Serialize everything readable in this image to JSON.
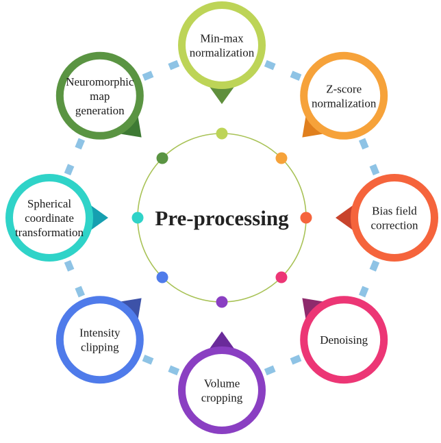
{
  "center": {
    "label": "Pre-processing",
    "ring_color": "#a8c256"
  },
  "connector_color": "#7ab8e0",
  "steps": [
    {
      "lines": [
        "Min-max",
        "normalization"
      ],
      "color": "#bdd457",
      "pointer_color": "#5f8f3c"
    },
    {
      "lines": [
        "Z-score",
        "normalization"
      ],
      "color": "#f6a23a",
      "pointer_color": "#e07f1d"
    },
    {
      "lines": [
        "Bias field",
        "correction"
      ],
      "color": "#f5643c",
      "pointer_color": "#c8432c"
    },
    {
      "lines": [
        "Denoising"
      ],
      "color": "#ec3675",
      "pointer_color": "#8e2a6c"
    },
    {
      "lines": [
        "Volume",
        "cropping"
      ],
      "color": "#8a3fc2",
      "pointer_color": "#6a2a9a"
    },
    {
      "lines": [
        "Intensity",
        "clipping"
      ],
      "color": "#4f7bea",
      "pointer_color": "#3d52a8"
    },
    {
      "lines": [
        "Spherical",
        "coordinate",
        "transformation"
      ],
      "color": "#2fd3c8",
      "pointer_color": "#169fb0"
    },
    {
      "lines": [
        "Neuromorphic",
        "map",
        "generation"
      ],
      "color": "#5a9442",
      "pointer_color": "#3e7a34"
    }
  ]
}
